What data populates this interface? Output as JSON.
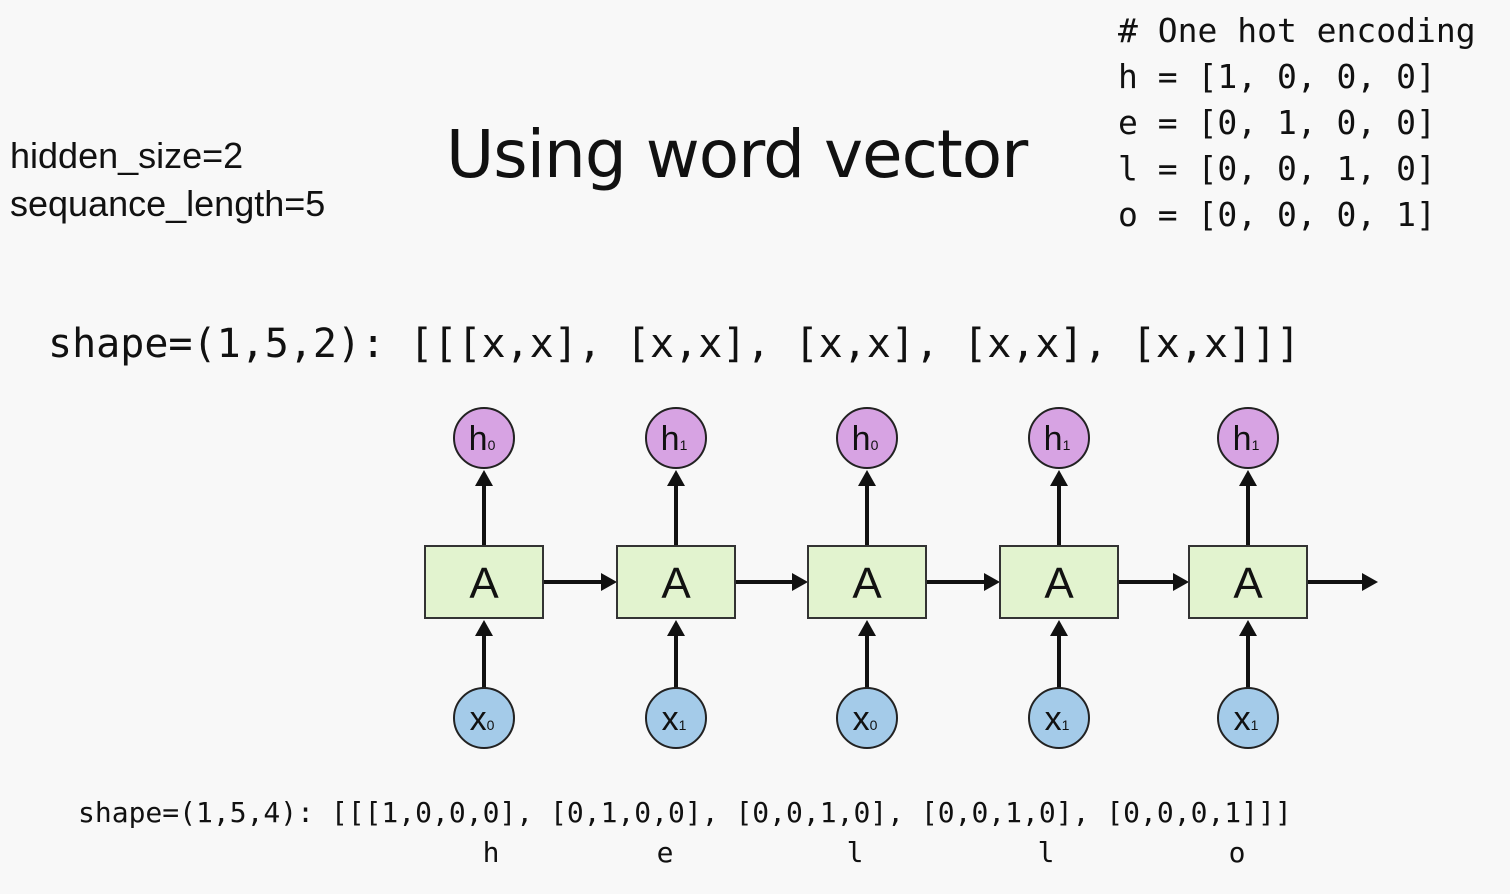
{
  "params": {
    "hidden_size": "hidden_size=2",
    "sequence_length": "sequance_length=5"
  },
  "title": "Using word vector",
  "encoding": {
    "comment": "# One hot encoding",
    "lines": [
      "h = [1, 0, 0, 0]",
      "e = [0, 1, 0, 0]",
      "l = [0, 0, 1, 0]",
      "o = [0, 0, 0, 1]"
    ]
  },
  "hidden_shape": "shape=(1,5,2): [[[x,x], [x,x], [x,x], [x,x], [x,x]]]",
  "input_shape": "shape=(1,5,4): [[[1,0,0,0], [0,1,0,0], [0,0,1,0], [0,0,1,0], [0,0,0,1]]]",
  "rnn": {
    "cell_label": "A",
    "colors": {
      "cell_fill": "#e2f3cf",
      "hidden_fill": "#d7a3e3",
      "input_fill": "#a4cbe9"
    },
    "steps": [
      {
        "h_main": "h",
        "h_sub": "0",
        "x_main": "x",
        "x_sub": "0",
        "char": "h"
      },
      {
        "h_main": "h",
        "h_sub": "1",
        "x_main": "x",
        "x_sub": "1",
        "char": "e"
      },
      {
        "h_main": "h",
        "h_sub": "0",
        "x_main": "x",
        "x_sub": "0",
        "char": "l"
      },
      {
        "h_main": "h",
        "h_sub": "1",
        "x_main": "x",
        "x_sub": "1",
        "char": "l"
      },
      {
        "h_main": "h",
        "h_sub": "1",
        "x_main": "x",
        "x_sub": "1",
        "char": "o"
      }
    ]
  }
}
